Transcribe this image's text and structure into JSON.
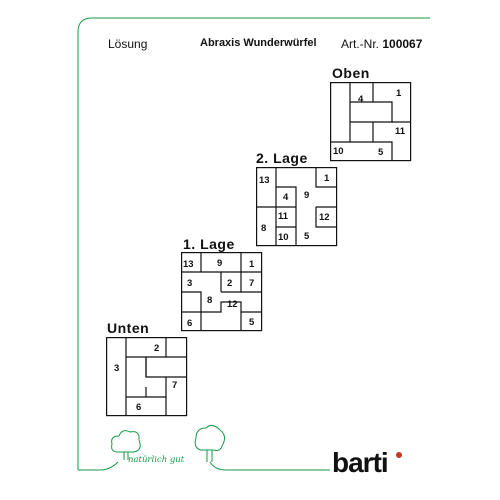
{
  "header": {
    "left": "Lösung",
    "center": "Abraxis Wunderwürfel",
    "right_prefix": "Art.-Nr.",
    "right_number": "100067"
  },
  "layers": {
    "oben": {
      "label": "Oben",
      "numbers": [
        "4",
        "1",
        "11",
        "10",
        "5"
      ]
    },
    "lage2": {
      "label": "2. Lage",
      "numbers": [
        "13",
        "1",
        "4",
        "9",
        "11",
        "12",
        "8",
        "10",
        "5"
      ]
    },
    "lage1": {
      "label": "1. Lage",
      "numbers": [
        "13",
        "9",
        "1",
        "3",
        "2",
        "7",
        "8",
        "12",
        "6",
        "5"
      ]
    },
    "unten": {
      "label": "Unten",
      "numbers": [
        "2",
        "3",
        "7",
        "6"
      ]
    }
  },
  "footer": {
    "slogan": "natürlich gut",
    "logo_text": "barti",
    "accent_color": "#1a9a4a"
  }
}
